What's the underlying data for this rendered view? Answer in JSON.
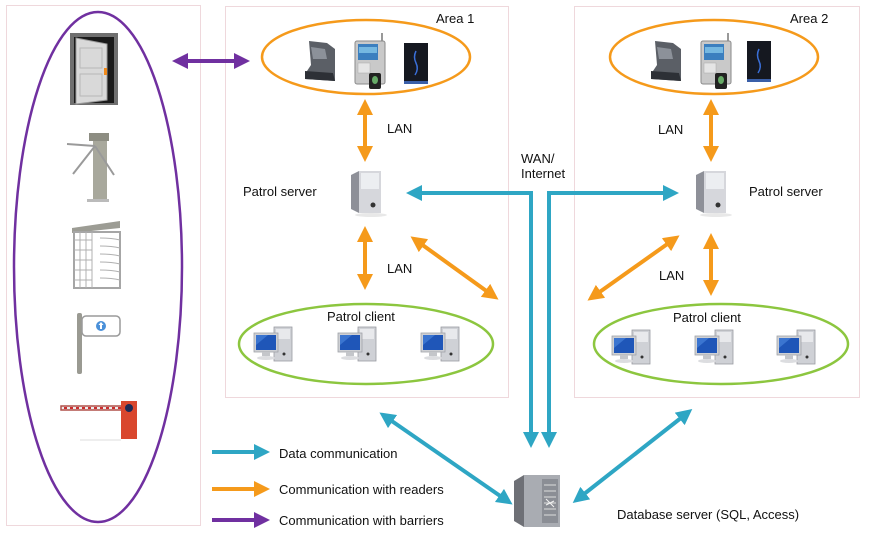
{
  "diagram": {
    "areas": [
      {
        "id": "area1",
        "title": "Area 1",
        "server_label": "Patrol server",
        "client_label": "Patrol client",
        "lan_labels": [
          "LAN",
          "LAN"
        ]
      },
      {
        "id": "area2",
        "title": "Area 2",
        "server_label": "Patrol server",
        "client_label": "Patrol client",
        "lan_labels": [
          "LAN",
          "LAN"
        ]
      }
    ],
    "wan_label_line1": "WAN/",
    "wan_label_line2": "Internet",
    "database_label": "Database  server (SQL, Access)",
    "barriers": [
      "door",
      "tripod-turnstile",
      "full-height-turnstile",
      "swing-gate",
      "boom-barrier"
    ],
    "readers": [
      "hand-reader",
      "fingerprint-terminal",
      "card-reader"
    ],
    "legend": [
      {
        "label": "Data communication",
        "color": "#2ea6c4"
      },
      {
        "label": "Communication with readers",
        "color": "#f59a1b"
      },
      {
        "label": "Communication with barriers",
        "color": "#7030a0"
      }
    ],
    "colors": {
      "data": "#2ea6c4",
      "readers": "#f59a1b",
      "barriers": "#7030a0",
      "client_group": "#8cc63f",
      "box_border": "#efd8dc"
    }
  }
}
